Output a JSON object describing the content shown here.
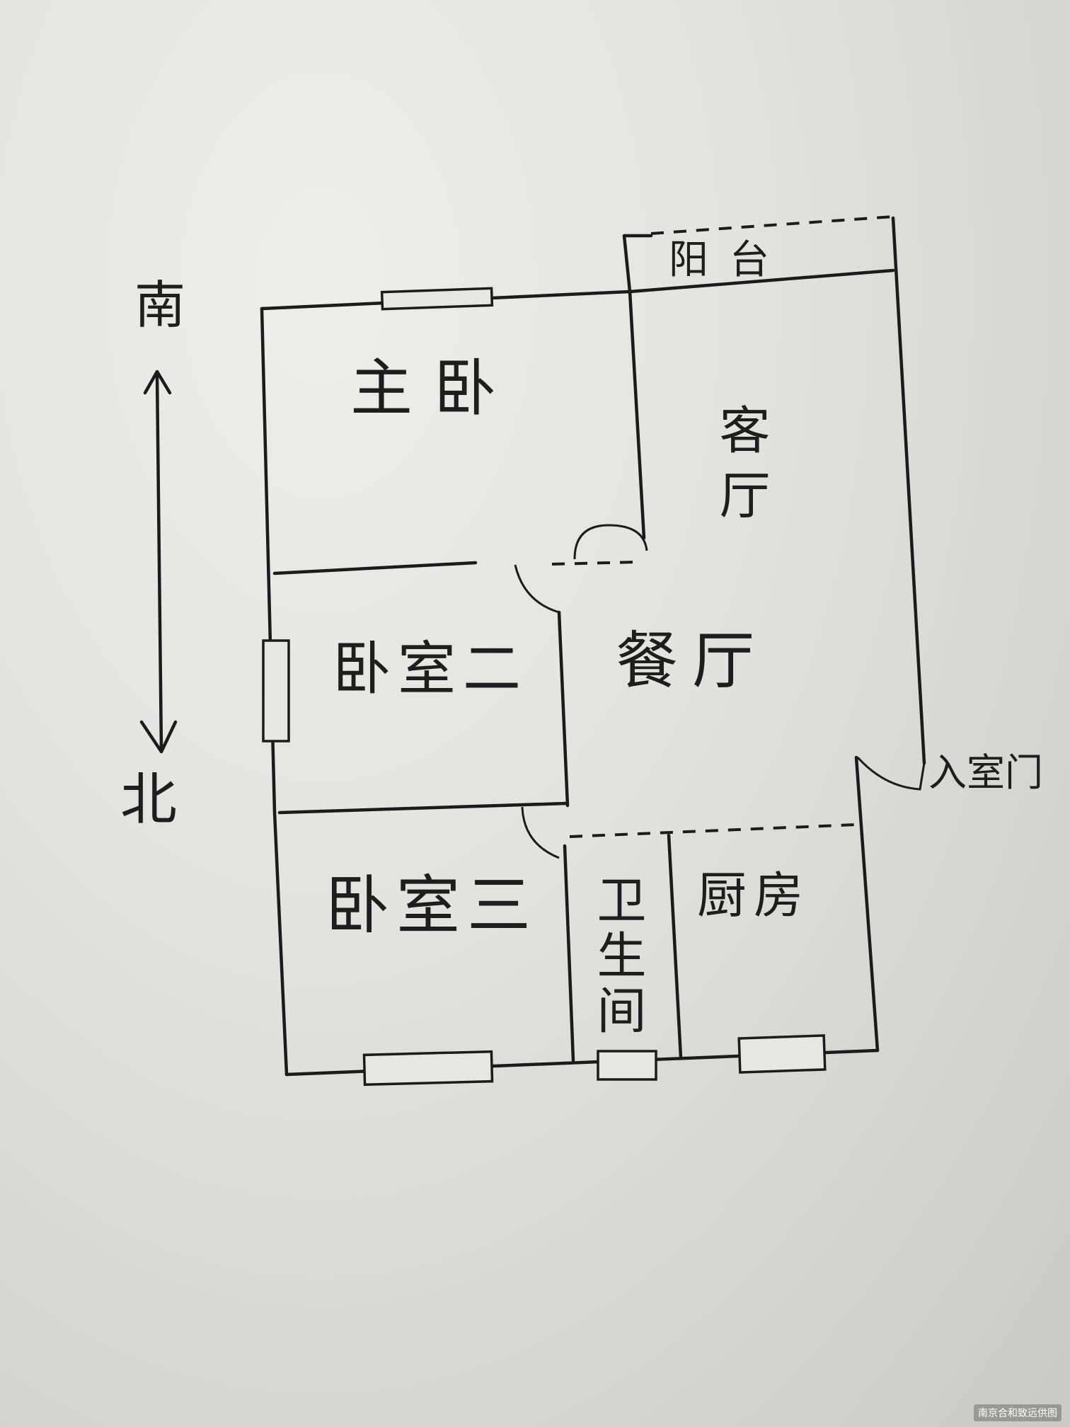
{
  "compass": {
    "south": "南",
    "north": "北"
  },
  "rooms": {
    "balcony": "阳台",
    "master_bedroom": "主卧",
    "living_room": "客厅",
    "dining_room": "餐厅",
    "bedroom_two": "卧室二",
    "bedroom_three": "卧室三",
    "bathroom": "卫生间",
    "kitchen": "厨房"
  },
  "entrance_label": "入室门",
  "watermark_caption": "南京合和致远供图",
  "colors": {
    "paper": "#e2e2df",
    "ink": "#1b1b1b"
  }
}
